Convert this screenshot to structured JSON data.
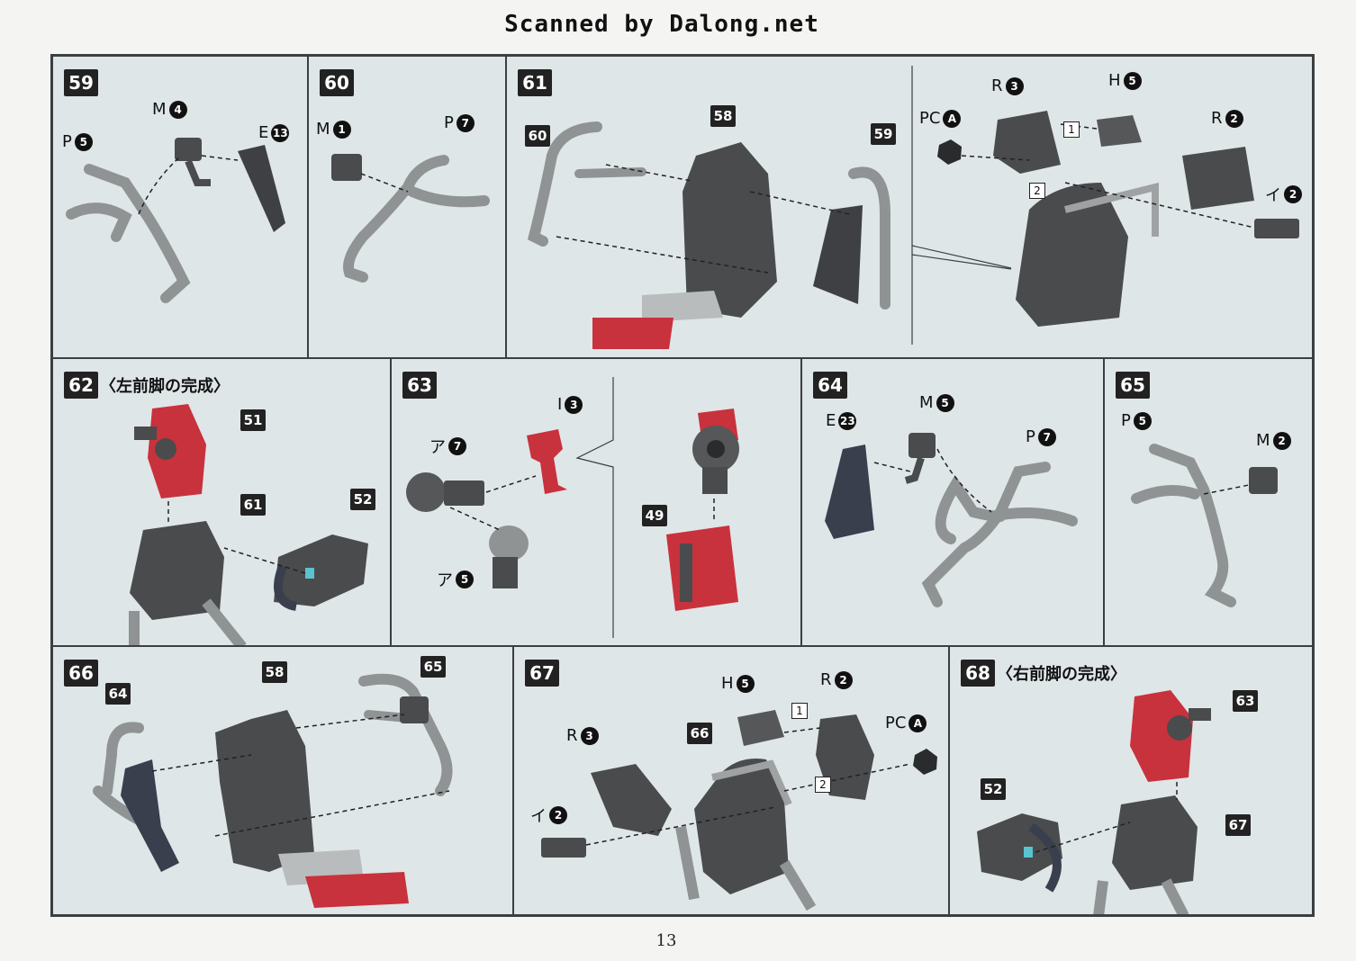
{
  "header": {
    "watermark": "Scanned by Dalong.net"
  },
  "page_number": "13",
  "colors": {
    "panel_bg": "#dfe6e8",
    "border": "#3a3f42",
    "part_dark": "#4a4b4d",
    "part_grey": "#a9acad",
    "part_red": "#c8323c",
    "part_navy": "#3a3f4e"
  },
  "steps": {
    "s59": {
      "num": "59",
      "labels": {
        "p5": {
          "letter": "P",
          "n": "5"
        },
        "m4": {
          "letter": "M",
          "n": "4"
        },
        "e13": {
          "letter": "E",
          "n": "13"
        }
      }
    },
    "s60": {
      "num": "60",
      "labels": {
        "m1": {
          "letter": "M",
          "n": "1"
        },
        "p7": {
          "letter": "P",
          "n": "7"
        }
      }
    },
    "s61": {
      "num": "61",
      "refs": {
        "r60": "60",
        "r58": "58",
        "r59": "59"
      },
      "labels": {
        "r3": {
          "letter": "R",
          "n": "3"
        },
        "h5": {
          "letter": "H",
          "n": "5"
        },
        "pca": {
          "letter": "PC",
          "n": "A"
        },
        "r2": {
          "letter": "R",
          "n": "2"
        },
        "i2": {
          "letter": "イ",
          "n": "2"
        }
      },
      "order": {
        "o1": "1",
        "o2": "2"
      }
    },
    "s62": {
      "num": "62",
      "title": "〈左前脚の完成〉",
      "refs": {
        "r51": "51",
        "r61": "61",
        "r52": "52"
      }
    },
    "s63": {
      "num": "63",
      "refs": {
        "r49": "49"
      },
      "labels": {
        "i3": {
          "letter": "I",
          "n": "3"
        },
        "a7": {
          "letter": "ア",
          "n": "7"
        },
        "a5": {
          "letter": "ア",
          "n": "5"
        }
      }
    },
    "s64": {
      "num": "64",
      "labels": {
        "e23": {
          "letter": "E",
          "n": "23"
        },
        "m5": {
          "letter": "M",
          "n": "5"
        },
        "p7": {
          "letter": "P",
          "n": "7"
        }
      }
    },
    "s65": {
      "num": "65",
      "labels": {
        "p5": {
          "letter": "P",
          "n": "5"
        },
        "m2": {
          "letter": "M",
          "n": "2"
        }
      }
    },
    "s66": {
      "num": "66",
      "refs": {
        "r64": "64",
        "r58": "58",
        "r65": "65"
      }
    },
    "s67": {
      "num": "67",
      "refs": {
        "r66": "66"
      },
      "labels": {
        "h5": {
          "letter": "H",
          "n": "5"
        },
        "r2": {
          "letter": "R",
          "n": "2"
        },
        "r3": {
          "letter": "R",
          "n": "3"
        },
        "pca": {
          "letter": "PC",
          "n": "A"
        },
        "i2": {
          "letter": "イ",
          "n": "2"
        }
      },
      "order": {
        "o1": "1",
        "o2": "2"
      }
    },
    "s68": {
      "num": "68",
      "title": "〈右前脚の完成〉",
      "refs": {
        "r63": "63",
        "r52": "52",
        "r67": "67"
      }
    }
  }
}
